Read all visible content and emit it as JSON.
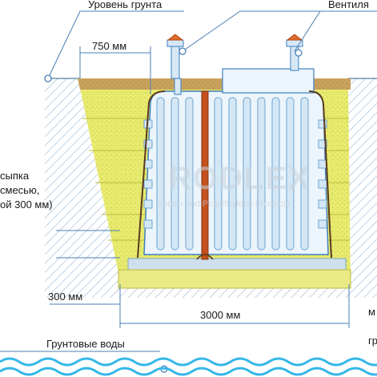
{
  "labels": {
    "ground_level": "Уровень грунта",
    "ventilation": "Вентиля",
    "dim_top": "750 мм",
    "backfill_line1": "сыпка",
    "backfill_line2": "смесью,",
    "backfill_line3": "ой 300 мм)",
    "dim_base": "300 мм",
    "dim_width": "3000 мм",
    "groundwater": "Грунтовые воды",
    "right_cut_1": "м",
    "right_cut_2": "гр"
  },
  "watermark": {
    "brand": "RODLEX",
    "tagline": "Saturn and Polyethylene Products"
  },
  "colors": {
    "soil_sand": "#e7ea6a",
    "soil_sand_dark": "#cfd243",
    "topsoil": "#c8a25c",
    "tank": "#e8f3fb",
    "tank_outline": "#3d7fc2",
    "slab": "#cfe0ec",
    "pipe": "#c4501e",
    "leader": "#4a7fb5",
    "water": "#35b7e8"
  }
}
